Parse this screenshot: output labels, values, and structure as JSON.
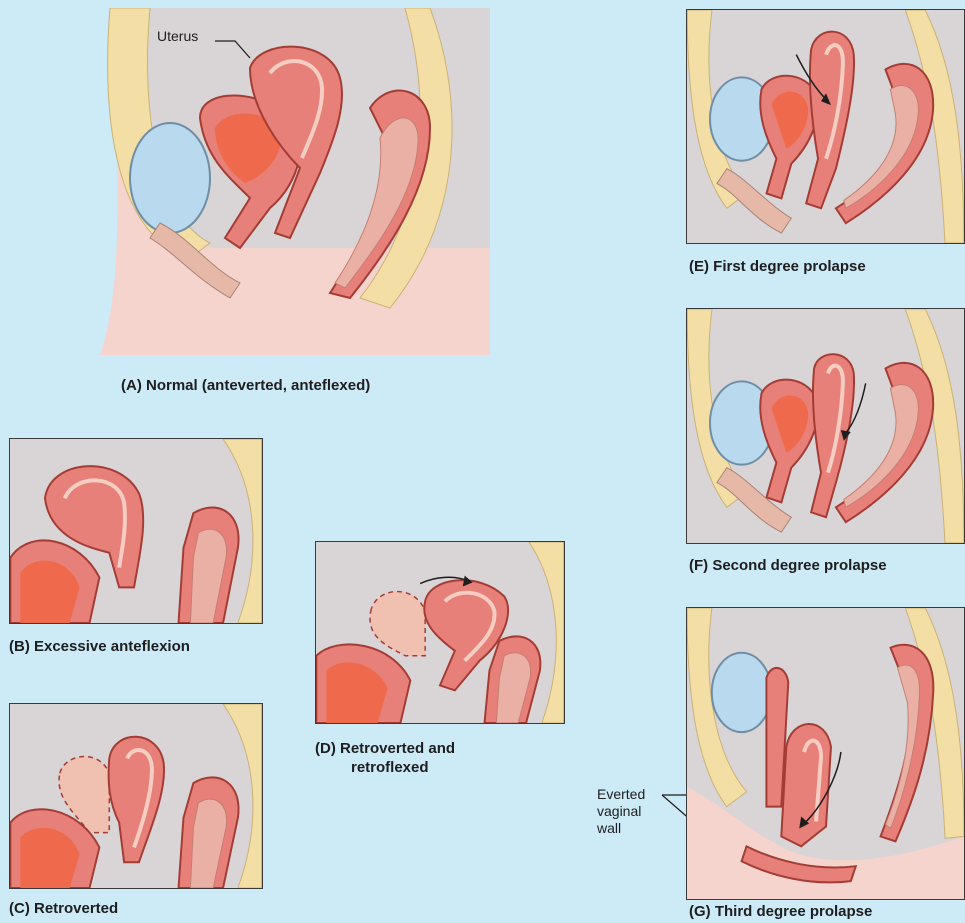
{
  "labels": {
    "uterus": "Uterus",
    "everted": "Everted\nvaginal\nwall"
  },
  "captions": {
    "a": "(A) Normal (anteverted, anteflexed)",
    "b": "(B) Excessive anteflexion",
    "c": "(C) Retroverted",
    "d_line1": "(D) Retroverted and",
    "d_line2": "retroflexed",
    "e": "(E) First degree prolapse",
    "f": "(F) Second degree prolapse",
    "g": "(G) Third degree prolapse"
  },
  "colors": {
    "background": "#cdeaf7",
    "uterus_wall": "#e8807a",
    "uterus_dark": "#c8463e",
    "rectum": "#eab0a6",
    "bladder": "#b9d9ee",
    "fat_yellow": "#f3dfa5",
    "cavity_grey": "#d9d4d6",
    "skin": "#f4d4cd"
  }
}
